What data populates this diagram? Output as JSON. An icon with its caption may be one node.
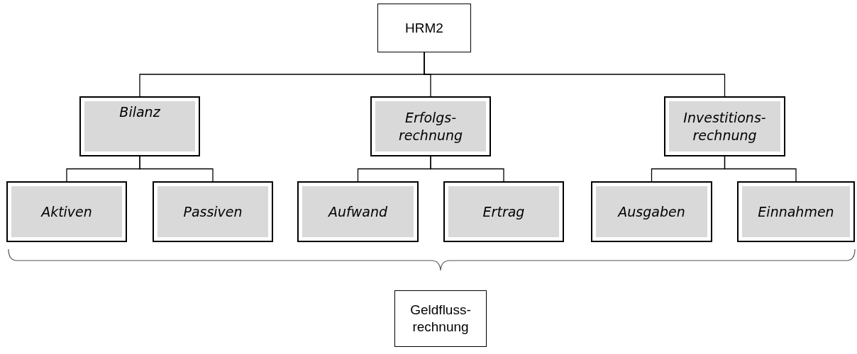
{
  "diagram": {
    "nodes": [
      {
        "text": [
          "HRM2"
        ]
      },
      {
        "text": [
          "Bilanz"
        ]
      },
      {
        "text": [
          "Erfolgs- rechnung"
        ]
      },
      {
        "text": [
          "Investitions- rechnung"
        ]
      },
      {
        "text": [
          "Aktiven"
        ]
      },
      {
        "text": [
          "Passiven"
        ]
      },
      {
        "text": [
          "Aufwand"
        ]
      },
      {
        "text": [
          "Ertrag"
        ]
      },
      {
        "text": [
          "Ausgaben"
        ]
      },
      {
        "text": [
          "Einnahmen"
        ]
      },
      {
        "text": [
          "Geldfluss- rechnung"
        ]
      }
    ],
    "edges": [
      {
        "from": 0,
        "to": 1,
        "arrow": "none"
      },
      {
        "from": 0,
        "to": 2,
        "arrow": "none"
      },
      {
        "from": 0,
        "to": 3,
        "arrow": "none"
      },
      {
        "from": 1,
        "to": 4,
        "arrow": "none"
      },
      {
        "from": 1,
        "to": 5,
        "arrow": "none"
      },
      {
        "from": 2,
        "to": 6,
        "arrow": "none"
      },
      {
        "from": 2,
        "to": 7,
        "arrow": "none"
      },
      {
        "from": 3,
        "to": 8,
        "arrow": "none"
      },
      {
        "from": 3,
        "to": 9,
        "arrow": "none"
      }
    ]
  }
}
